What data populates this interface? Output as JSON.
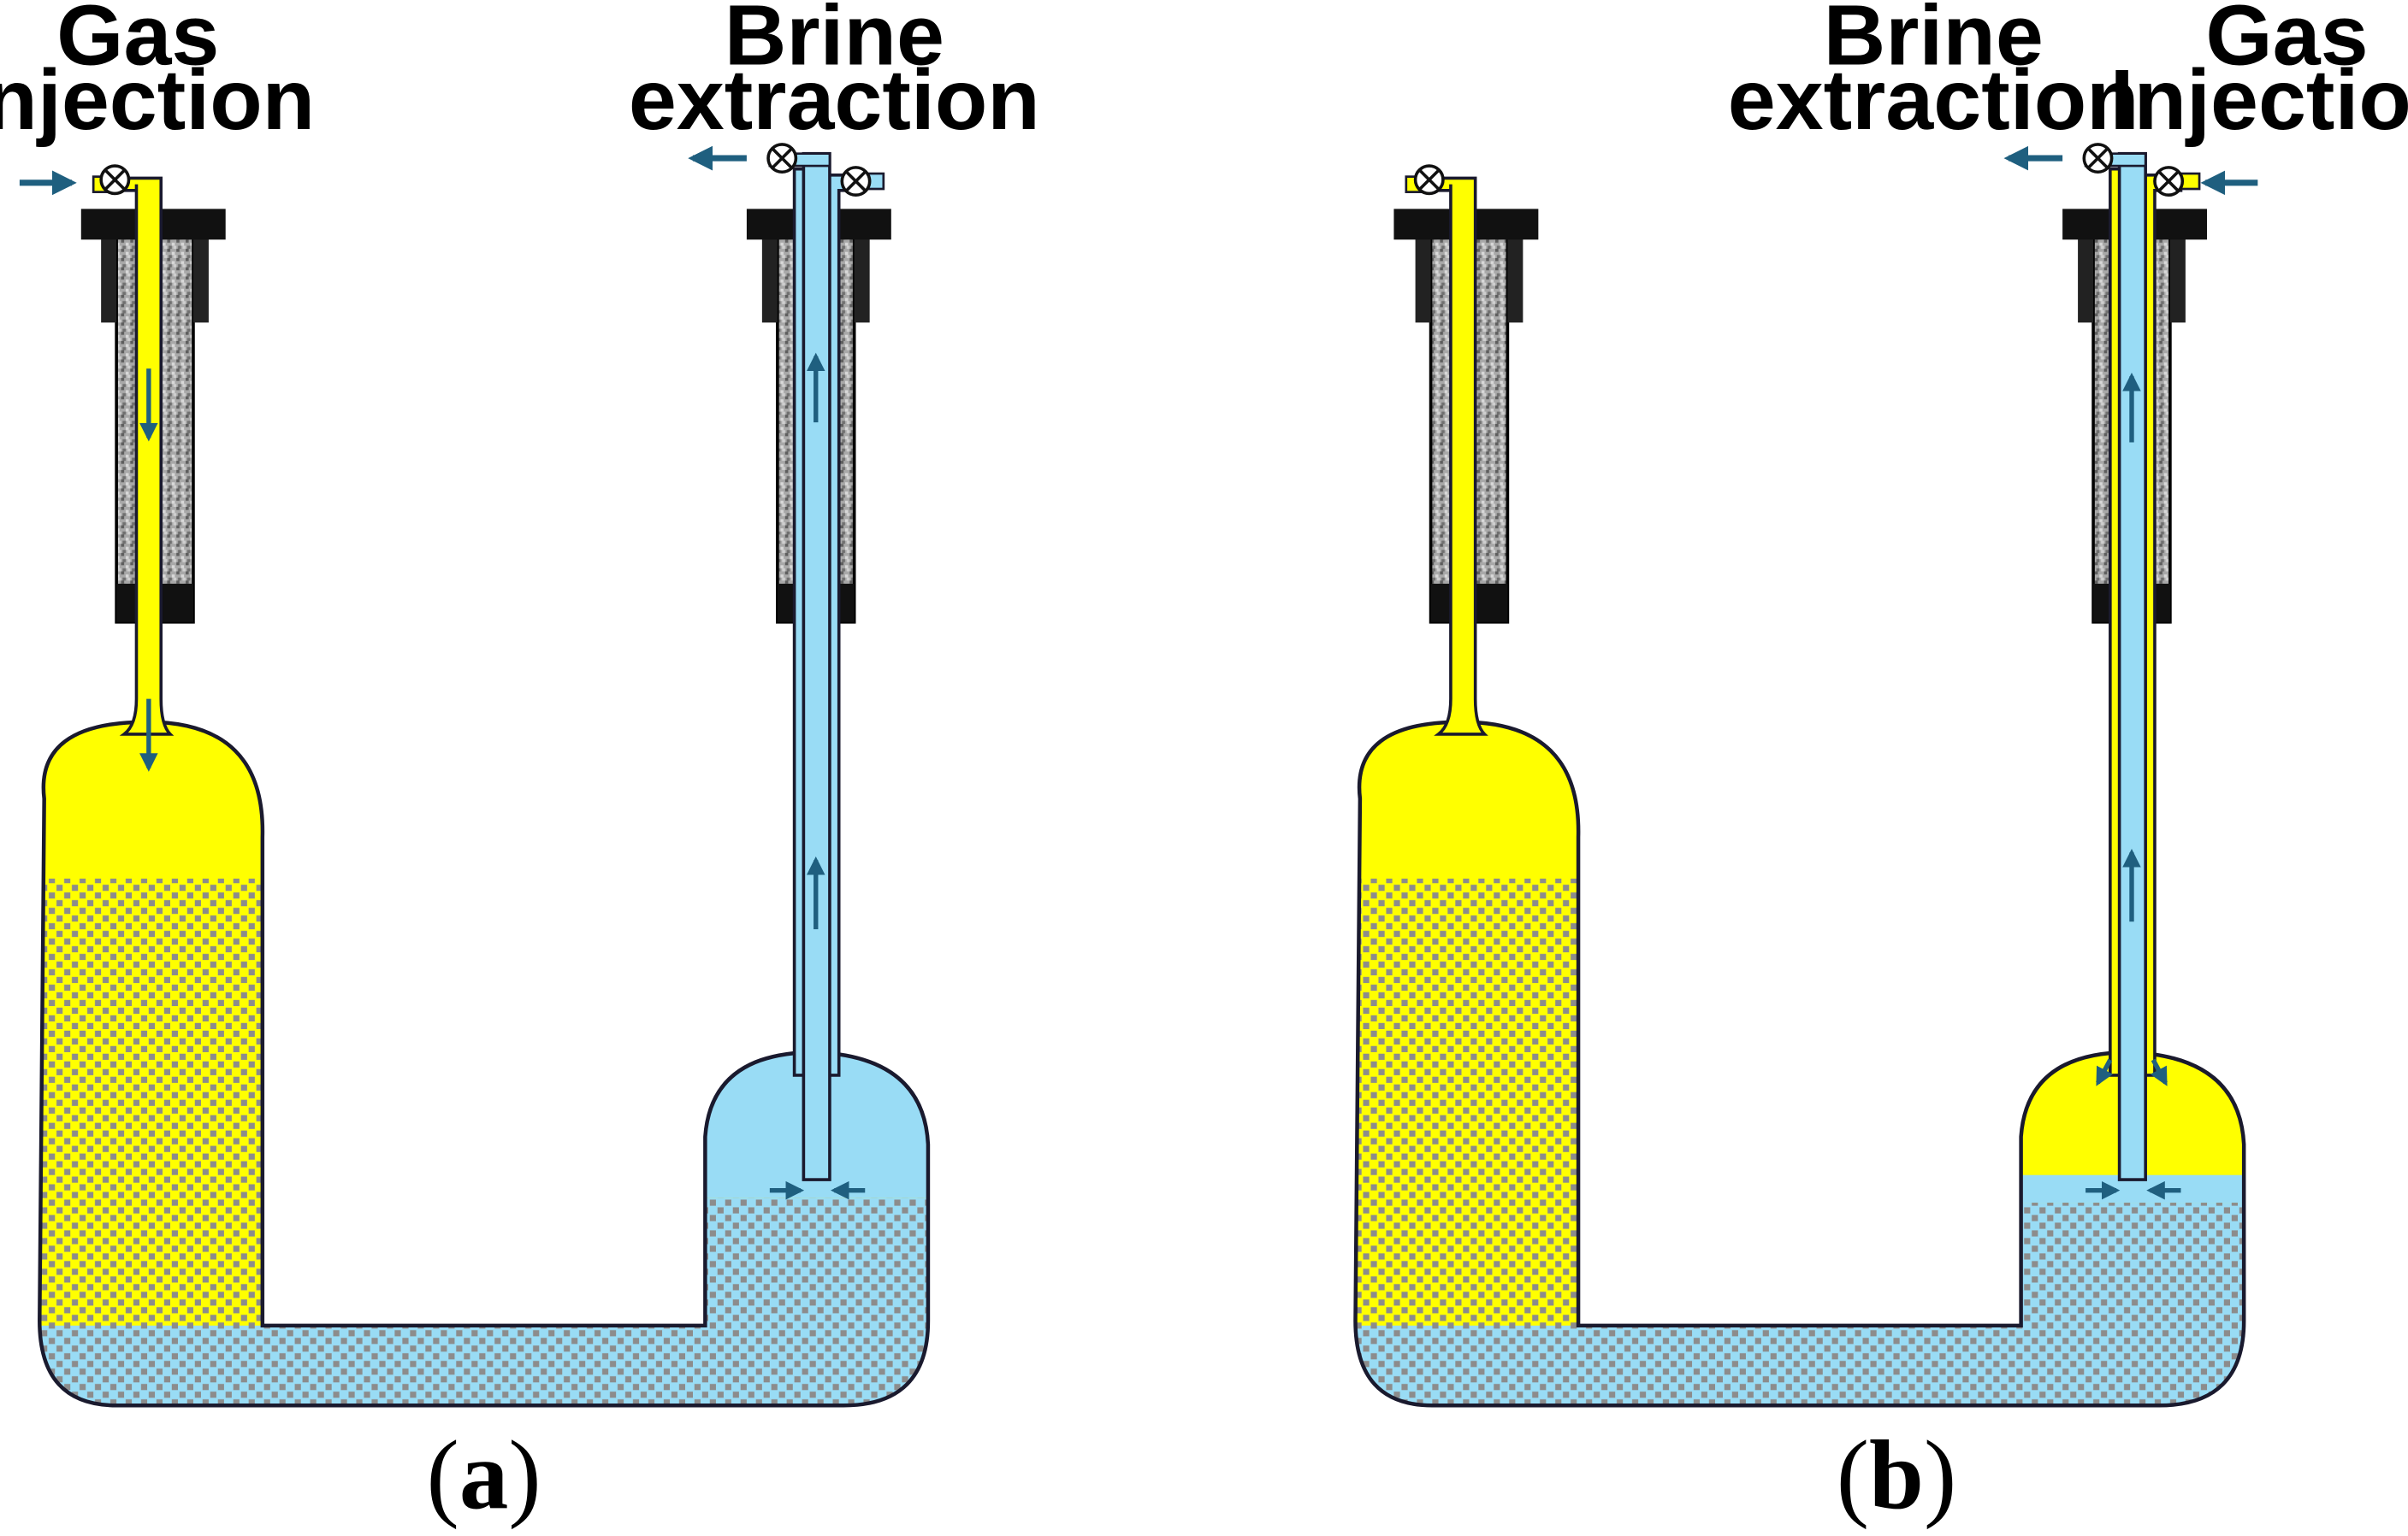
{
  "panel_a": {
    "gas_label_line1": "Gas",
    "gas_label_line2": "Injection",
    "brine_label_line1": "Brine",
    "brine_label_line2": "extraction",
    "caption_open": "(",
    "caption_letter": "a",
    "caption_close": ")"
  },
  "panel_b": {
    "brine_label_line1": "Brine",
    "brine_label_line2": "extraction",
    "gas_label_line1": "Gas",
    "gas_label_line2": "Injection",
    "caption_open": "(",
    "caption_letter": "b",
    "caption_close": ")"
  },
  "colors": {
    "gas": "#ffff00",
    "brine": "#99dcf5",
    "rock_grain": "#8c8c8c",
    "arrow": "#1f5f7f",
    "outline": "#1a1a2e",
    "cap": "#111111",
    "casing": "#9a9a9a"
  },
  "icons": [
    "valve-icon",
    "flow-arrow-icon"
  ]
}
